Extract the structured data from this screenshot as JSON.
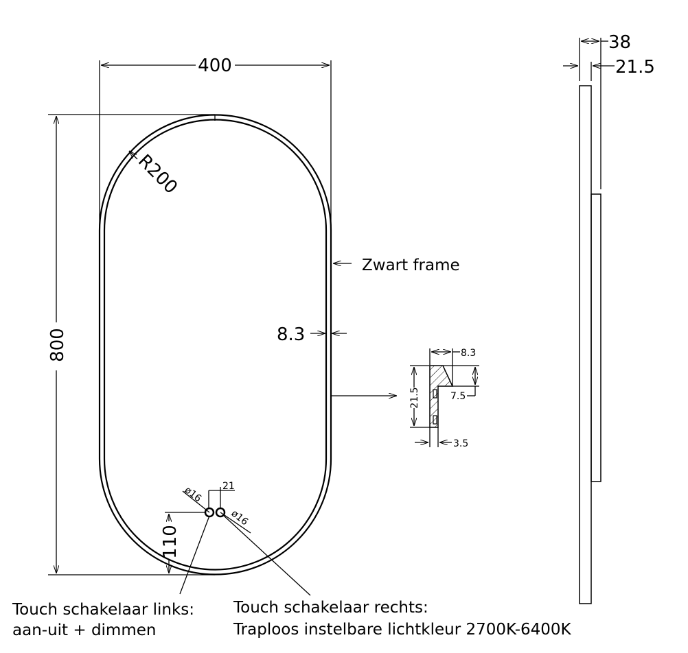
{
  "dimensions": {
    "width": "400",
    "height": "800",
    "radius": "R200",
    "frame_width": "8.3",
    "switch_height": "110",
    "switch_spacing": "21",
    "hole_left": "ø16",
    "hole_right": "ø16",
    "depth_total": "38",
    "depth_frame": "21.5"
  },
  "profile": {
    "width_top": "8.3",
    "height": "21.5",
    "step": "7.5",
    "width_bottom": "3.5"
  },
  "labels": {
    "frame": "Zwart frame",
    "left_switch_line1": "Touch schakelaar links:",
    "left_switch_line2": "aan-uit + dimmen",
    "right_switch_line1": "Touch schakelaar rechts:",
    "right_switch_line2": "Traploos instelbare lichtkleur 2700K-6400K"
  }
}
